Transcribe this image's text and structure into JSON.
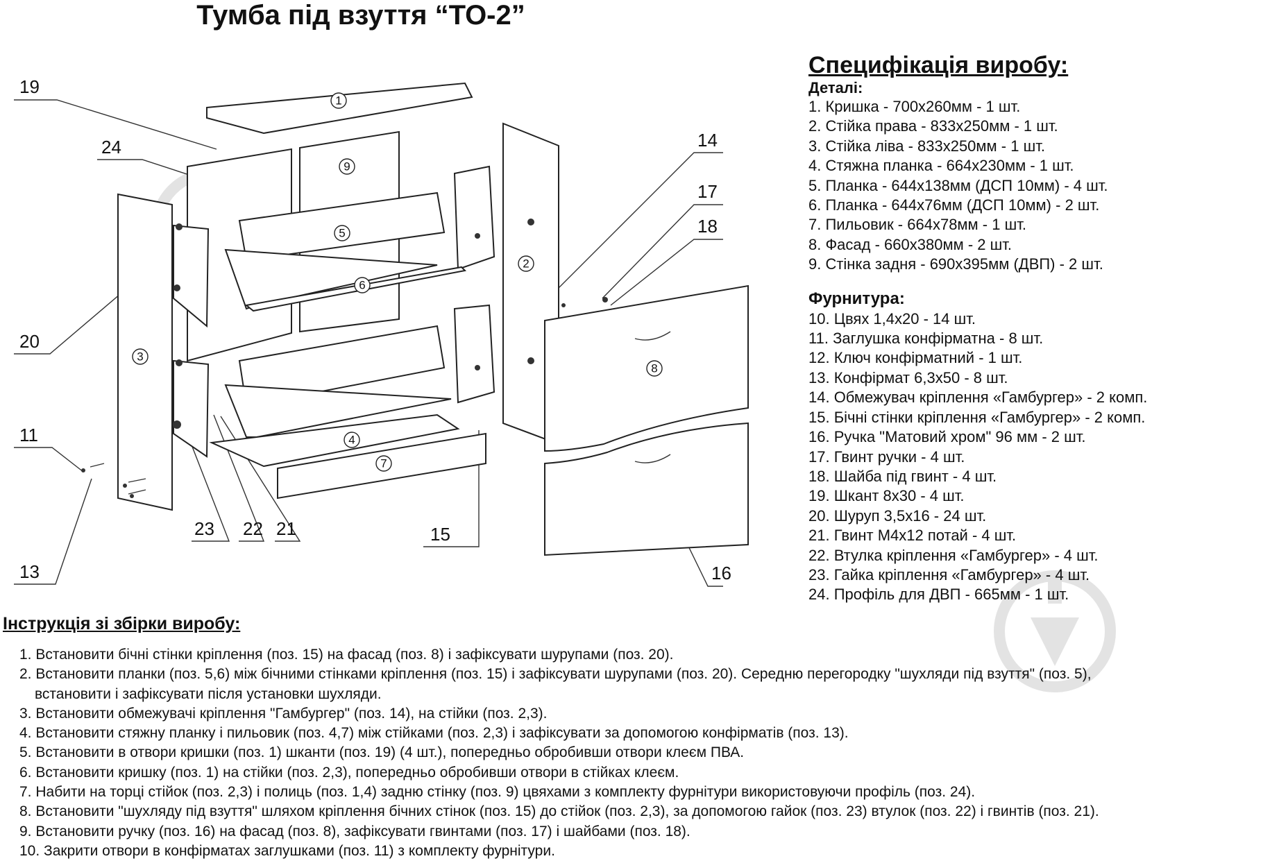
{
  "title": "Тумба під взуття “ТО-2”",
  "diagram": {
    "callouts": [
      "19",
      "24",
      "20",
      "11",
      "13",
      "23",
      "22",
      "21",
      "15",
      "14",
      "17",
      "18",
      "16"
    ],
    "positions": [
      "1",
      "9",
      "5",
      "6",
      "3",
      "2",
      "8",
      "4",
      "7"
    ]
  },
  "spec": {
    "heading": "Специфікація виробу:",
    "parts_heading": "Деталі:",
    "parts": [
      "1. Кришка - 700х260мм - 1 шт.",
      "2. Стійка права - 833х250мм - 1 шт.",
      "3. Стійка ліва - 833х250мм - 1 шт.",
      "4. Стяжна планка - 664х230мм - 1 шт.",
      "5. Планка - 644х138мм (ДСП 10мм) - 4 шт.",
      "6. Планка - 644х76мм (ДСП 10мм) - 2 шт.",
      "7. Пильовик - 664х78мм - 1 шт.",
      "8. Фасад - 660х380мм - 2 шт.",
      "9. Стінка задня - 690х395мм (ДВП) - 2 шт."
    ],
    "hardware_heading": "Фурнитура:",
    "hardware": [
      "10. Цвях 1,4х20 - 14 шт.",
      "11. Заглушка конфірматна - 8 шт.",
      "12. Ключ конфірматний - 1 шт.",
      "13. Конфірмат 6,3х50 - 8 шт.",
      "14. Обмежувач кріплення «Гамбургер» - 2 комп.",
      "15. Бічні стінки кріплення «Гамбургер» - 2 комп.",
      "16. Ручка \"Матовий хром\" 96 мм - 2 шт.",
      "17. Гвинт ручки - 4 шт.",
      "18. Шайба під гвинт - 4 шт.",
      "19. Шкант 8х30 - 4 шт.",
      "20. Шуруп 3,5х16 - 24 шт.",
      "21. Гвинт М4х12 потай - 4 шт.",
      "22. Втулка кріплення «Гамбургер» - 4 шт.",
      "23. Гайка кріплення «Гамбургер» - 4 шт.",
      "24. Профіль для ДВП - 665мм - 1 шт."
    ]
  },
  "instructions": {
    "heading": "Інструкція зі збірки виробу:",
    "steps": [
      "1. Встановити бічні стінки кріплення (поз. 15) на фасад (поз. 8) і зафіксувати шурупами (поз. 20).",
      "2. Встановити планки (поз. 5,6) між бічними стінками кріплення (поз. 15) і зафіксувати шурупами (поз. 20). Середню перегородку \"шухляди під взуття\" (поз. 5),",
      "встановити і зафіксувати після установки шухляди.",
      "3. Встановити обмежувачі кріплення \"Гамбургер\" (поз. 14), на стійки (поз. 2,3).",
      "4. Встановити стяжну планку і пильовик (поз. 4,7) між стійками (поз. 2,3) і зафіксувати за допомогою конфірматів (поз. 13).",
      "5. Встановити в отвори кришки (поз. 1) шканти (поз. 19) (4 шт.), попередньо обробивши отвори клеєм ПВА.",
      "6. Встановити кришку (поз. 1) на стійки (поз. 2,3), попередньо обробивши отвори в стійках клеєм.",
      "7. Набити на торці стійок (поз. 2,3) і полиць (поз. 1,4) задню стінку (поз. 9) цвяхами з комплекту фурнітури використовуючи профіль (поз. 24).",
      "8. Встановити \"шухляду під взуття\" шляхом кріплення бічних стінок (поз. 15) до стійок (поз. 2,3), за допомогою гайок (поз. 23) втулок (поз. 22) і гвинтів (поз. 21).",
      "9. Встановити ручку (поз. 16) на фасад (поз. 8), зафіксувати гвинтами (поз. 17) і шайбами (поз. 18).",
      "10. Закрити отвори в конфірматах заглушками (поз. 11) з комплекту фурнітури."
    ]
  },
  "watermark": "watermark-icon"
}
